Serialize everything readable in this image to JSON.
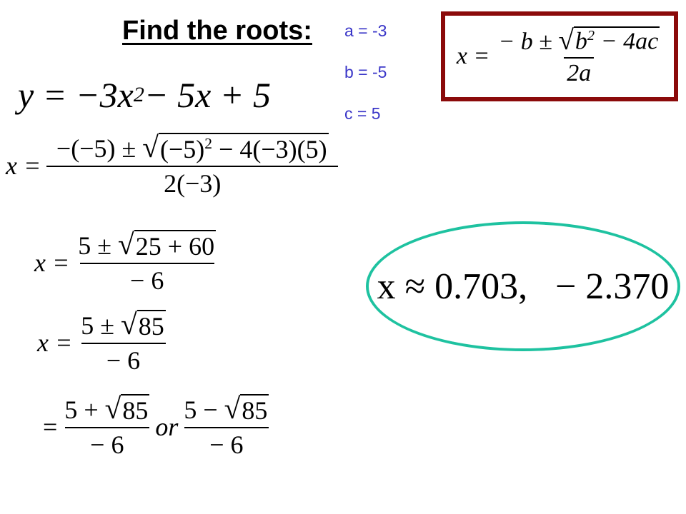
{
  "title": "Find the roots:",
  "coefficients": {
    "a": "a = -3",
    "b": "b = -5",
    "c": "c = 5"
  },
  "formula": {
    "lhs": "x =",
    "num_pre": "− b ±",
    "radicand": "b",
    "radicand_exp": "2",
    "radicand_post": " − 4ac",
    "den": "2a"
  },
  "equation": {
    "lhs": "y = −3x",
    "exp": "2",
    "rhs": " − 5x + 5"
  },
  "step1": {
    "lhs": "x =",
    "num_pre": "−(−5) ±",
    "radicand_a": "(−5)",
    "radicand_exp": "2",
    "radicand_b": " − 4(−3)(5)",
    "den": "2(−3)"
  },
  "step2": {
    "lhs": "x =",
    "num_pre": "5 ±",
    "radicand": "25 + 60",
    "den": "− 6"
  },
  "step3": {
    "lhs": "x =",
    "num_pre": "5 ±",
    "radicand": "85",
    "den": "− 6"
  },
  "step4": {
    "lhs": "=",
    "num1_pre": "5 +",
    "rad1": "85",
    "den1": "− 6",
    "or": "or",
    "num2_pre": "5 −",
    "rad2": "85",
    "den2": "− 6"
  },
  "answer": "x ≈ 0.703,   − 2.370"
}
